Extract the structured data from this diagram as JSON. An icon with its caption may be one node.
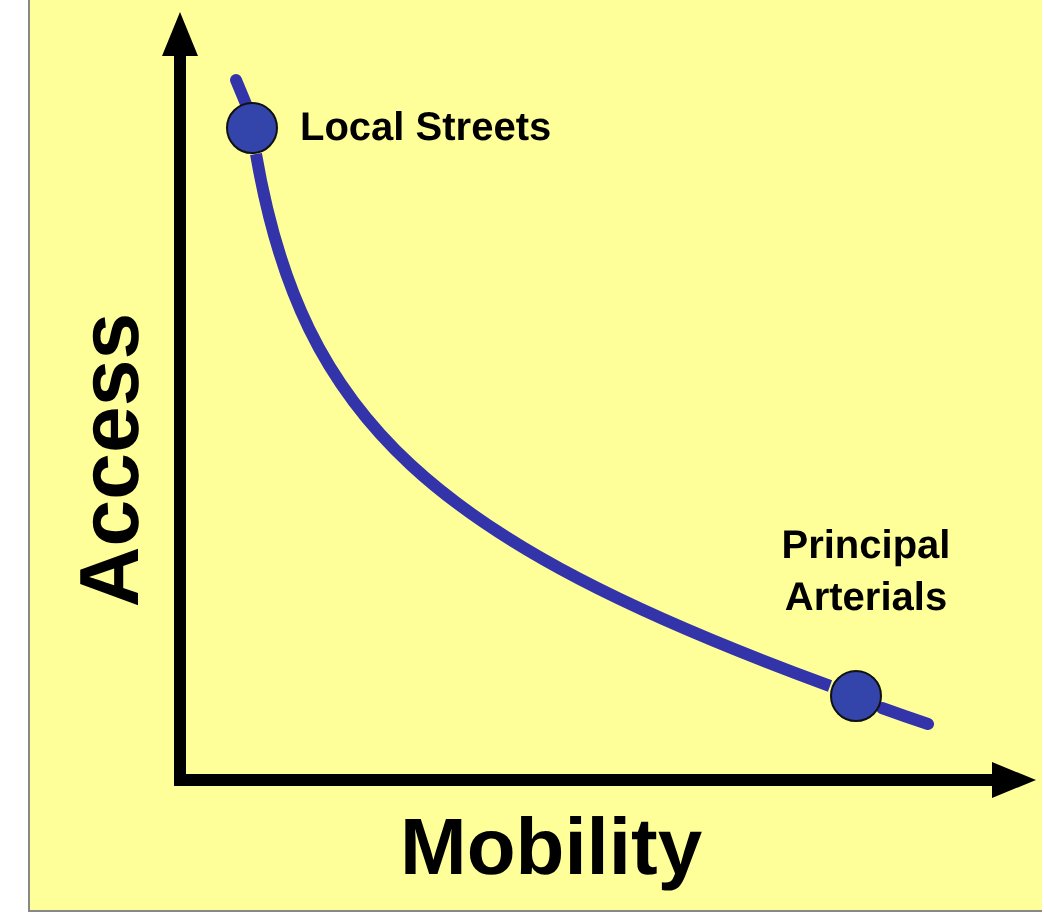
{
  "diagram": {
    "nodes": [
      {
        "text": [],
        "shape": "circle",
        "beside": [
          "Local Streets"
        ]
      },
      {
        "text": [],
        "shape": "circle",
        "beside": [
          "Principal Arterials"
        ]
      }
    ],
    "edges": [
      {
        "from": 0,
        "to": 1,
        "arrow": "none"
      }
    ],
    "labels": [
      "Access",
      "Mobility"
    ]
  }
}
